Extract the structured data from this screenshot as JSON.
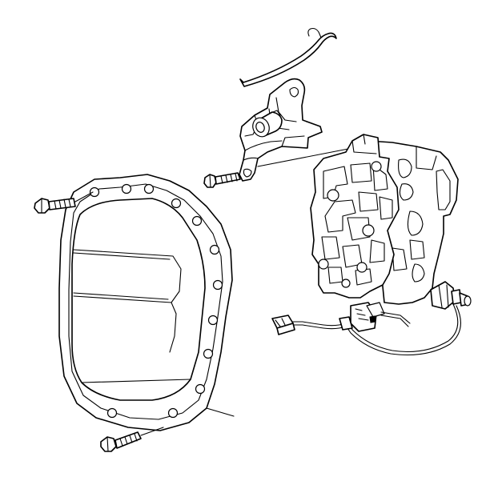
{
  "diagram": {
    "subject": "transmission-side-cover-and-valve-body-exploded-view",
    "parts": [
      "side-cover",
      "side-cover-bolt-upper",
      "side-cover-bolt-lower",
      "valve-body",
      "detent-spring-bracket",
      "bracket-bolt",
      "manual-shaft-link",
      "solenoid-wiring-harness",
      "harness-connector",
      "solenoid"
    ],
    "line_color": "#000000",
    "background_color": "#ffffff"
  }
}
